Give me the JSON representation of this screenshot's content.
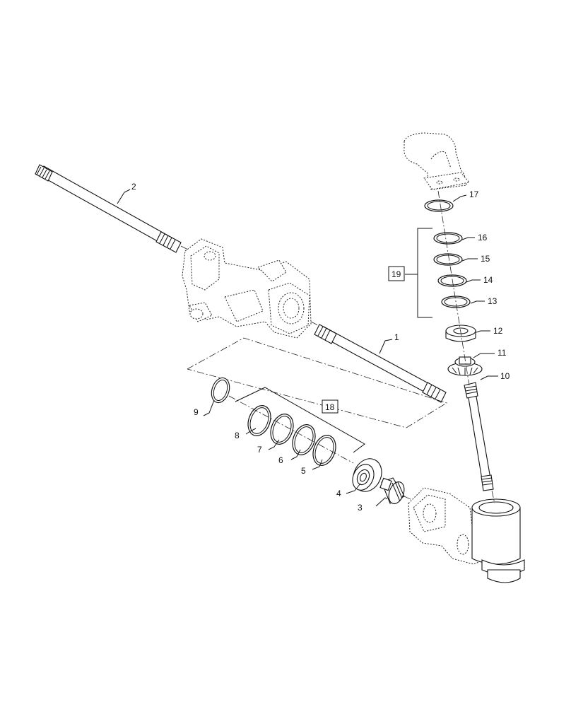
{
  "callouts": {
    "c1": "1",
    "c2": "2",
    "c3": "3",
    "c4": "4",
    "c5": "5",
    "c6": "6",
    "c7": "7",
    "c8": "8",
    "c9": "9",
    "c10": "10",
    "c11": "11",
    "c12": "12",
    "c13": "13",
    "c14": "14",
    "c15": "15",
    "c16": "16",
    "c17": "17"
  },
  "kits": {
    "k18": "18",
    "k19": "19"
  },
  "icons": {
    "shaft": "axle-shaft-icon",
    "housing": "axle-housing-icon",
    "gear": "bevel-gear-icon",
    "bearing": "ball-bearing-icon",
    "ring": "snap-ring-icon"
  }
}
